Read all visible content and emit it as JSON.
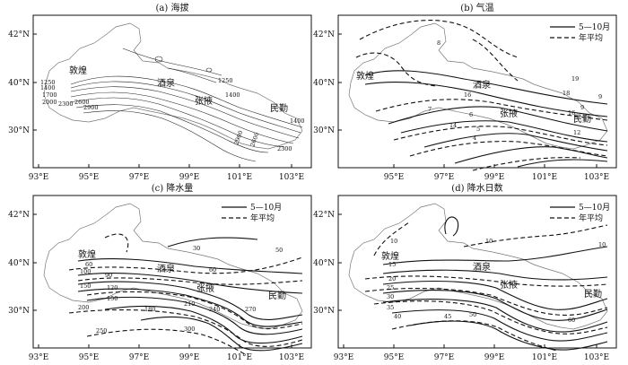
{
  "panels": [
    {
      "id": "a",
      "title": "(a) 海拔",
      "x_ticks": [
        "93°E",
        "95°E",
        "97°E",
        "99°E",
        "101°E",
        "103°E"
      ],
      "y_ticks": [
        "42°N",
        "40°N",
        "30°N"
      ],
      "cities": [
        "敦煌",
        "酒泉",
        "张掖",
        "民勤"
      ],
      "contour_labels": [
        "1250",
        "1400",
        "1700",
        "2000",
        "2300",
        "2600",
        "2900",
        "1250",
        "1400",
        "1400",
        "2900",
        "2600",
        "2300"
      ],
      "legend": []
    },
    {
      "id": "b",
      "title": "(b) 气温",
      "x_ticks": [
        "95°E",
        "97°E",
        "99°E",
        "101°E",
        "103°E"
      ],
      "y_ticks": [
        "42°N",
        "40°N",
        "30°N"
      ],
      "cities": [
        "敦煌",
        "酒泉",
        "张掖",
        "民勤"
      ],
      "contour_labels": [
        "8",
        "9",
        "16",
        "7",
        "19",
        "18",
        "9",
        "16",
        "6",
        "14",
        "5",
        "12",
        "4"
      ],
      "legend": [
        "5—10月",
        "年平均"
      ]
    },
    {
      "id": "c",
      "title": "(c) 降水量",
      "x_ticks": [
        "93°E",
        "95°E",
        "97°E",
        "99°E",
        "101°E",
        "103°E"
      ],
      "y_ticks": [
        "42°N",
        "40°N",
        "30°N"
      ],
      "cities": [
        "敦煌",
        "酒泉",
        "张掖",
        "民勤"
      ],
      "contour_labels": [
        "30",
        "50",
        "60",
        "100",
        "90",
        "60",
        "150",
        "120",
        "150",
        "210",
        "180",
        "240",
        "200",
        "270",
        "300",
        "250"
      ],
      "legend": [
        "5—10月",
        "年平均"
      ]
    },
    {
      "id": "d",
      "title": "(d) 降水日数",
      "x_ticks": [
        "93°E",
        "95°E",
        "97°E",
        "99°E",
        "101°E",
        "103°E"
      ],
      "y_ticks": [
        "42°N",
        "40°N",
        "30°N"
      ],
      "cities": [
        "敦煌",
        "酒泉",
        "张掖",
        "民勤"
      ],
      "contour_labels": [
        "10",
        "10",
        "15",
        "10",
        "20",
        "25",
        "30",
        "35",
        "40",
        "45",
        "50",
        "60"
      ],
      "legend": [
        "5—10月",
        "年平均"
      ]
    }
  ]
}
